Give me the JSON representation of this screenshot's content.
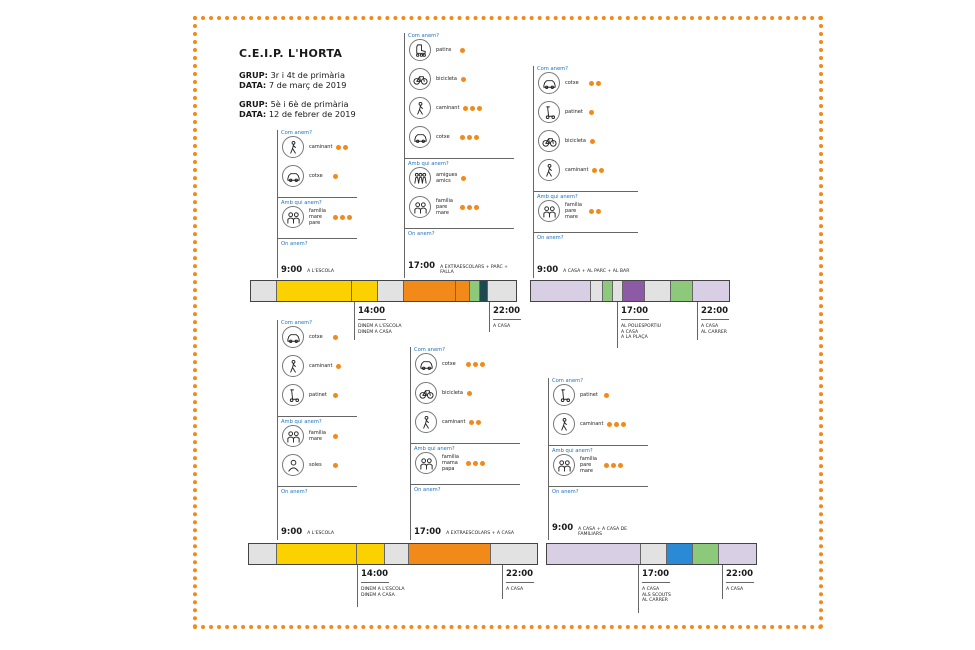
{
  "colors": {
    "yellow": "#fcd100",
    "orange": "#f28a1a",
    "lavender": "#d9cfe4",
    "grey": "#e2e2e2",
    "green": "#8cc97a",
    "blue": "#2b8ad6",
    "purple": "#8d5aa6",
    "darkteal": "#1d4a52",
    "dot": "#f28a1a",
    "label_blue": "#1e73be"
  },
  "header": {
    "title": "C.E.I.P. L'HORTA",
    "g1_grup_key": "GRUP:",
    "g1_grup_val": "3r i 4t de primària",
    "g1_data_key": "DATA:",
    "g1_data_val": "7 de març de 2019",
    "g2_grup_key": "GRUP:",
    "g2_grup_val": "5è i 6è de primària",
    "g2_data_key": "DATA:",
    "g2_data_val": "12 de febrer de 2019"
  },
  "sections": {
    "com": "Com anem?",
    "amb": "Amb qui anem?",
    "on": "On anem?"
  },
  "panels": {
    "t1": {
      "com": [
        {
          "icon": "walker-icon",
          "label": "caminant",
          "dots": 2
        },
        {
          "icon": "car-icon",
          "label": "cotxe",
          "dots": 1
        }
      ],
      "amb": [
        {
          "icon": "family-icon",
          "label": "família\nmare\npare",
          "dots": 3
        }
      ],
      "time": "9:00",
      "place": "A L'ESCOLA"
    },
    "t2": {
      "com": [
        {
          "icon": "skates-icon",
          "label": "patins",
          "dots": 1
        },
        {
          "icon": "bicycle-icon",
          "label": "bicicleta",
          "dots": 1
        },
        {
          "icon": "walker-icon",
          "label": "caminant",
          "dots": 3
        },
        {
          "icon": "car-icon",
          "label": "cotxe",
          "dots": 3
        }
      ],
      "amb": [
        {
          "icon": "friends-icon",
          "label": "amigues\namics",
          "dots": 1
        },
        {
          "icon": "family-icon",
          "label": "família\npare\nmare",
          "dots": 3
        }
      ],
      "time": "17:00",
      "place": "A EXTRAESCOLARS + PARC + FALLA"
    },
    "t3": {
      "com": [
        {
          "icon": "car-icon",
          "label": "cotxe",
          "dots": 2
        },
        {
          "icon": "scooter-icon",
          "label": "patinet",
          "dots": 1
        },
        {
          "icon": "bicycle-icon",
          "label": "bicicleta",
          "dots": 1
        },
        {
          "icon": "walker-icon",
          "label": "caminant",
          "dots": 2
        }
      ],
      "amb": [
        {
          "icon": "family-icon",
          "label": "família\npare\nmare",
          "dots": 2
        }
      ],
      "time": "9:00",
      "place": "A CASA + AL PARC + AL BAR"
    },
    "b1": {
      "com": [
        {
          "icon": "car-icon",
          "label": "cotxe",
          "dots": 1
        },
        {
          "icon": "walker-icon",
          "label": "caminant",
          "dots": 1
        },
        {
          "icon": "scooter-icon",
          "label": "patinet",
          "dots": 1
        }
      ],
      "amb": [
        {
          "icon": "family-icon",
          "label": "família\nmare",
          "dots": 1
        },
        {
          "icon": "alone-icon",
          "label": "soles",
          "dots": 1
        }
      ],
      "time": "9:00",
      "place": "A L'ESCOLA"
    },
    "b2": {
      "com": [
        {
          "icon": "car-icon",
          "label": "cotxe",
          "dots": 3
        },
        {
          "icon": "bicycle-icon",
          "label": "bicicleta",
          "dots": 1
        },
        {
          "icon": "walker-icon",
          "label": "caminant",
          "dots": 2
        }
      ],
      "amb": [
        {
          "icon": "family-icon",
          "label": "família\nmama\npapa",
          "dots": 3
        }
      ],
      "time": "17:00",
      "place": "A EXTRAESCOLARS + A CASA"
    },
    "b3": {
      "com": [
        {
          "icon": "scooter-icon",
          "label": "patinet",
          "dots": 1
        },
        {
          "icon": "walker-icon",
          "label": "caminant",
          "dots": 3
        }
      ],
      "amb": [
        {
          "icon": "family-icon",
          "label": "família\npare\nmare",
          "dots": 3
        }
      ],
      "time": "9:00",
      "place": "A CASA + A CASA DE FAMILIARS"
    }
  },
  "below": {
    "t1": {
      "time": "14:00",
      "sub": "DINEM A L'ESCOLA\nDINEM A CASA"
    },
    "t2": {
      "time": "22:00",
      "sub": "A CASA"
    },
    "t3a": {
      "time": "17:00",
      "sub": "AL POLIESPORTIU\nA CASA\nA LA PLAÇA"
    },
    "t3b": {
      "time": "22:00",
      "sub": "A CASA\nAL CARRER"
    },
    "b1": {
      "time": "14:00",
      "sub": "DINEM A L'ESCOLA\nDINEM A CASA"
    },
    "b2": {
      "time": "22:00",
      "sub": "A CASA"
    },
    "b3a": {
      "time": "17:00",
      "sub": "A CASA\nALS SCOUTS\nAL CARRER"
    },
    "b3b": {
      "time": "22:00",
      "sub": "A CASA"
    }
  }
}
